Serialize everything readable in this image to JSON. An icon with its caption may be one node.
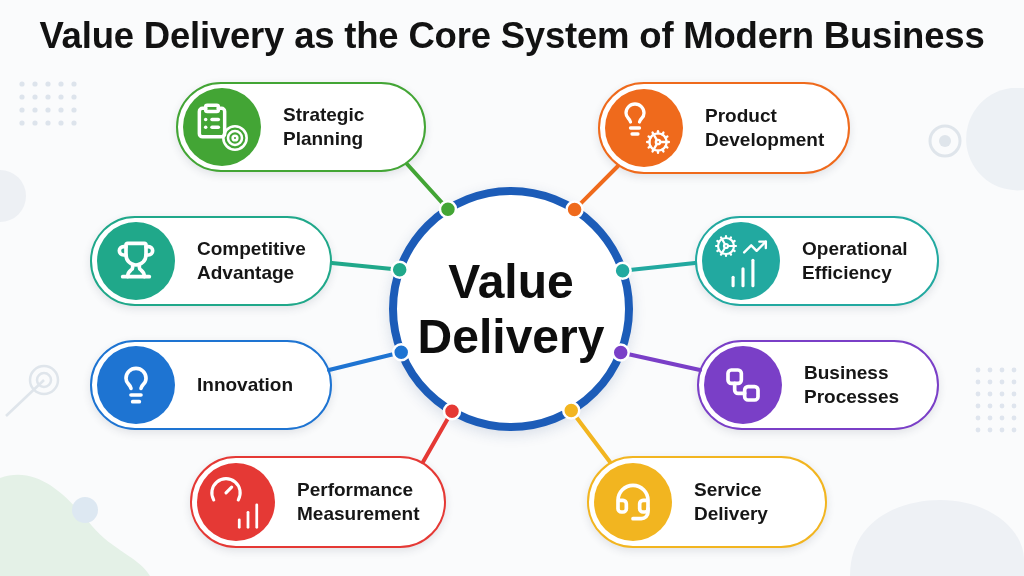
{
  "diagram": {
    "title": "Value Delivery as the Core System of Modern Business",
    "nodes": [
      {
        "text": [
          "Strategic Planning"
        ]
      },
      {
        "text": [
          "Product Development"
        ]
      },
      {
        "text": [
          "Competitive Advantage"
        ]
      },
      {
        "text": [
          "Value Delivery"
        ]
      },
      {
        "text": [
          "Operational Efficiency"
        ]
      },
      {
        "text": [
          "Innovation"
        ]
      },
      {
        "text": [
          "Business Processes"
        ]
      },
      {
        "text": [
          "Performance Measurement"
        ]
      },
      {
        "text": [
          "Service Delivery"
        ]
      }
    ],
    "edges": [
      {
        "from": 0,
        "to": 3,
        "arrow": "other",
        "color": "#43a535"
      },
      {
        "from": 1,
        "to": 3,
        "arrow": "other",
        "color": "#ef6a1c"
      },
      {
        "from": 2,
        "to": 3,
        "arrow": "other",
        "color": "#20a88a"
      },
      {
        "from": 4,
        "to": 3,
        "arrow": "other",
        "color": "#22a9a0"
      },
      {
        "from": 5,
        "to": 3,
        "arrow": "other",
        "color": "#1e74d2"
      },
      {
        "from": 6,
        "to": 3,
        "arrow": "other",
        "color": "#7a3fc7"
      },
      {
        "from": 7,
        "to": 3,
        "arrow": "other",
        "color": "#e53935"
      },
      {
        "from": 8,
        "to": 3,
        "arrow": "other",
        "color": "#f2b520"
      }
    ]
  }
}
